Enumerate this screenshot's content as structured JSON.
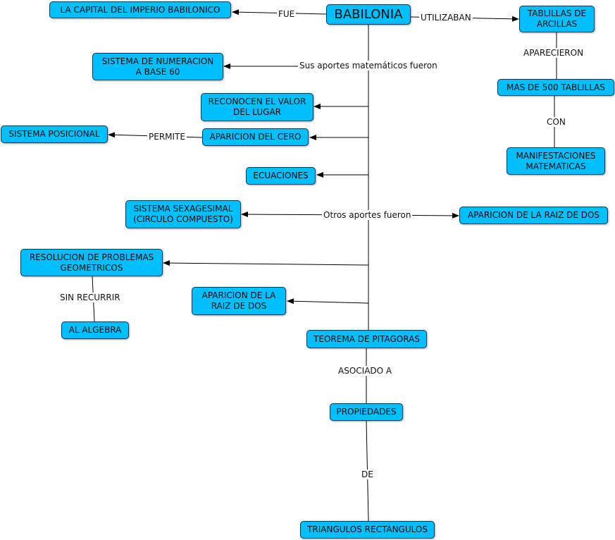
{
  "nodes": {
    "babilonia": "BABILONIA",
    "capital": "LA CAPITAL DEL IMPERIO BABILONICO",
    "tablillas": "TABLILLAS DE\nARCILLAS",
    "mas500": "MAS DE 500 TABLILLAS",
    "manifest": "MANIFESTACIONES\nMATEMATICAS",
    "numeracion": "SISTEMA DE NUMERACION\nA BASE 60",
    "reconocen": "RECONOCEN EL VALOR\nDEL LUGAR",
    "posicional": "SISTEMA POSICIONAL",
    "cero": "APARICION DEL CERO",
    "ecuaciones": "ECUACIONES",
    "sexagesimal": "SISTEMA SEXAGESIMAL\n(CIRCULO COMPUESTO)",
    "raiz_right": "APARICION DE LA RAIZ DE DOS",
    "resolucion": "RESOLUCION DE PROBLEMAS\nGEOMETRICOS",
    "algebra": "AL ALGEBRA",
    "raiz_left": "APARICION  DE LA\nRAIZ DE DOS",
    "pitagoras": "TEOREMA DE PITAGORAS",
    "propiedades": "PROPIEDADES",
    "triangulos": "TRIANGULOS RECTANGULOS"
  },
  "labels": {
    "fue": "FUE",
    "utilizaban": "UTILIZABAN",
    "aparecieron": "APARECIERON",
    "con": "CON",
    "sus_aportes": "Sus aportes matemáticos fueron",
    "permite": "PERMITE",
    "otros_aportes": "Otros aportes fueron",
    "sin_recurrir": "SIN RECURRIR",
    "asociado": "ASOCIADO A",
    "de": "DE"
  }
}
